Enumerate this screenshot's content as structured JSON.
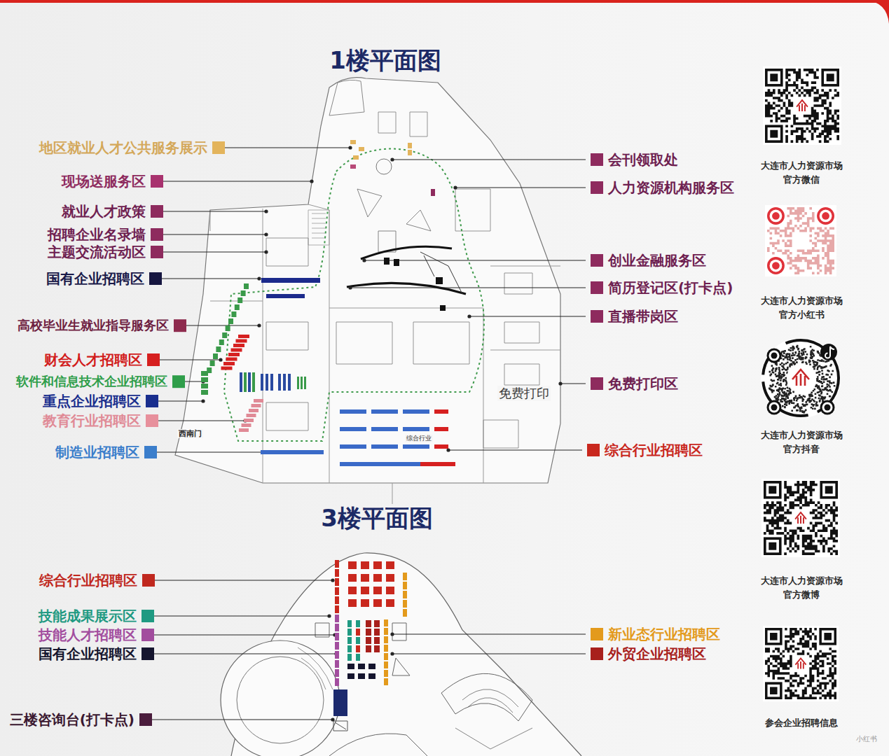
{
  "diagram": {
    "labels": [
      "1楼平面图",
      "免费打印",
      "西南门",
      "综合行业",
      "3楼平面图",
      "大连市人力资源市场 官方微信",
      "大连市人力资源市场 官方小红书",
      "大连市人力资源市场 官方抖音",
      "大连市人力资源市场 官方微博",
      "参会企业招聘信息",
      "小红书"
    ],
    "legend": [
      {
        "text": "地区就业人才公共服务展示",
        "color": "#e3b45c"
      },
      {
        "text": "现场送服务区",
        "color": "#a8326e"
      },
      {
        "text": "就业人才政策",
        "color": "#8e2b5e"
      },
      {
        "text": "招聘企业名录墙",
        "color": "#8e2b5e"
      },
      {
        "text": "主题交流活动区",
        "color": "#8e2b5e"
      },
      {
        "text": "国有企业招聘区",
        "color": "#161640"
      },
      {
        "text": "高校毕业生就业指导服务区",
        "color": "#8e2b4e"
      },
      {
        "text": "财会人才招聘区",
        "color": "#d61f1f"
      },
      {
        "text": "软件和信息技术企业招聘区",
        "color": "#2f9e4a"
      },
      {
        "text": "重点企业招聘区",
        "color": "#1a2f8e"
      },
      {
        "text": "教育行业招聘区",
        "color": "#e7909c"
      },
      {
        "text": "制造业招聘区",
        "color": "#3b7ecb"
      },
      {
        "text": "会刊领取处",
        "color": "#8e2b5e"
      },
      {
        "text": "人力资源机构服务区",
        "color": "#8e2b5e"
      },
      {
        "text": "创业金融服务区",
        "color": "#8e2b5e"
      },
      {
        "text": "简历登记区(打卡点)",
        "color": "#8e2b5e"
      },
      {
        "text": "直播带岗区",
        "color": "#8e2b5e"
      },
      {
        "text": "免费打印区",
        "color": "#8e2b5e"
      },
      {
        "text": "综合行业招聘区",
        "color": "#c9281e"
      },
      {
        "text": "综合行业招聘区",
        "color": "#c0281e"
      },
      {
        "text": "技能成果展示区",
        "color": "#1f9a82"
      },
      {
        "text": "技能人才招聘区",
        "color": "#a24d9e"
      },
      {
        "text": "国有企业招聘区",
        "color": "#15152e"
      },
      {
        "text": "三楼咨询台(打卡点)",
        "color": "#4a1c3c"
      },
      {
        "text": "新业态行业招聘区",
        "color": "#e39a1c"
      },
      {
        "text": "外贸企业招聘区",
        "color": "#a8201c"
      }
    ]
  }
}
